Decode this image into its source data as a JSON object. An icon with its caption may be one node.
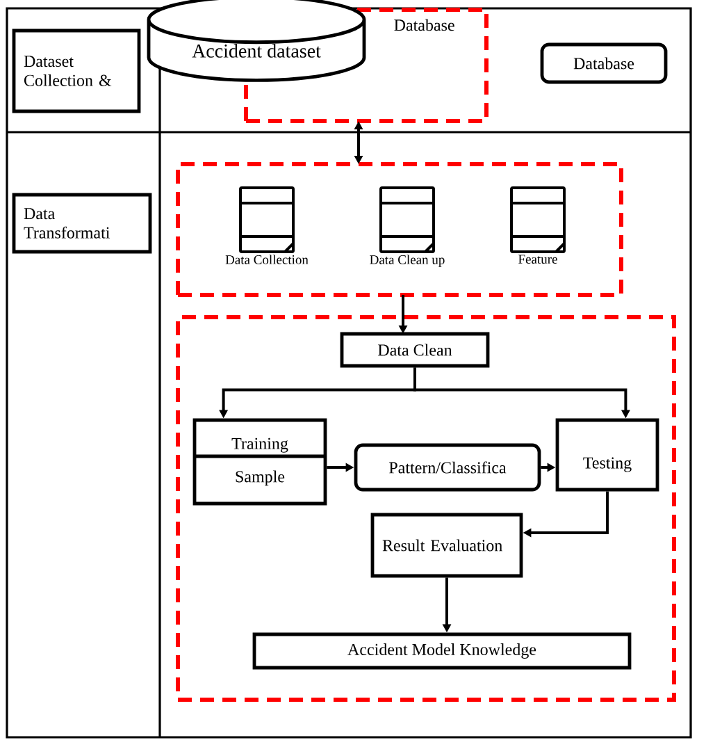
{
  "diagram": {
    "nodes": [
      {
        "text": [
          "Dataset Collection &"
        ]
      },
      {
        "text": [
          "Accident dataset"
        ]
      },
      {
        "text": [
          "Database"
        ]
      },
      {
        "text": [
          "Database"
        ]
      },
      {
        "text": [
          "Data Transformati"
        ]
      },
      {
        "text": [],
        "shape": "box"
      },
      {
        "text": [
          "Data Collection"
        ],
        "in": 5
      },
      {
        "text": [
          "Data Clean up"
        ],
        "in": 5
      },
      {
        "text": [
          "Feature"
        ],
        "in": 5
      },
      {
        "text": [],
        "shape": "box"
      },
      {
        "text": [
          "Data Clean"
        ],
        "in": 9
      },
      {
        "text": [
          "Training",
          "Sample"
        ],
        "in": 9
      },
      {
        "text": [
          "Pattern/Classifica"
        ],
        "in": 9
      },
      {
        "text": [
          "Testing"
        ],
        "in": 9
      },
      {
        "text": [
          "Result Evaluation"
        ],
        "in": 9
      },
      {
        "text": [
          "Accident Model Knowledge"
        ],
        "in": 9
      }
    ],
    "edges": [
      {
        "from": 2,
        "to": 5,
        "arrow": "both"
      },
      {
        "from": 5,
        "to": 10,
        "arrow": "to"
      },
      {
        "from": 10,
        "to": 11,
        "arrow": "to"
      },
      {
        "from": 10,
        "to": 13,
        "arrow": "to"
      },
      {
        "from": 11,
        "to": 12,
        "arrow": "to"
      },
      {
        "from": 12,
        "to": 13,
        "arrow": "to"
      },
      {
        "from": 13,
        "to": 14,
        "arrow": "to"
      },
      {
        "from": 14,
        "to": 15,
        "arrow": "to"
      }
    ]
  }
}
